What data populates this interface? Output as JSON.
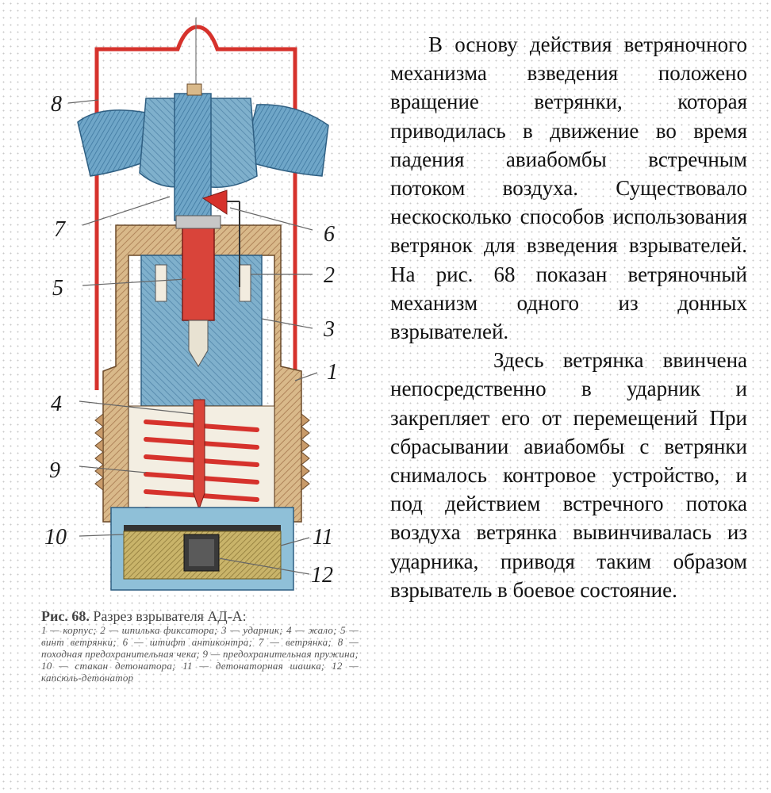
{
  "figure": {
    "callouts": {
      "c1": "1",
      "c2": "2",
      "c3": "3",
      "c4": "4",
      "c5": "5",
      "c6": "6",
      "c7": "7",
      "c8": "8",
      "c9": "9",
      "c10": "10",
      "c11": "11",
      "c12": "12"
    },
    "caption": {
      "number": "Рис. 68.",
      "title": "Разрез взрывателя АД-А:",
      "legend": "1 — корпус; 2 — шпилька фиксатора; 3 — ударник; 4 — жало; 5 — винт ветрянки; 6 — штифт антиконтра; 7 — ветрянка; 8 — походная предохранительная чека; 9 — предохранительная пружина; 10 — стакан детонатора; 11 — детонаторная шашка; 12 — капсюль-детонатор"
    }
  },
  "text": {
    "paragraph_1": "В основу действия ветряночного механизма взведения положено вращение ветрянки, которая приводилась в движение во время падения авиабомбы встречным потоком воздуха. Существовало нескосколько способов использования ветрянок для взведения взрывателей. На рис. 68 показан ветряночный механизм одного из донных взрывателей.",
    "paragraph_2": "Здесь ветрянка ввинчена непосредственно в ударник и закрепляет его от перемещений При сбрасывании авиабомбы с ветрянки снималось контровое устройство, и под действием встречного потока воздуха ветрянка вывинчивалась из ударника, приводя таким образом взрыватель в боевое состояние."
  }
}
